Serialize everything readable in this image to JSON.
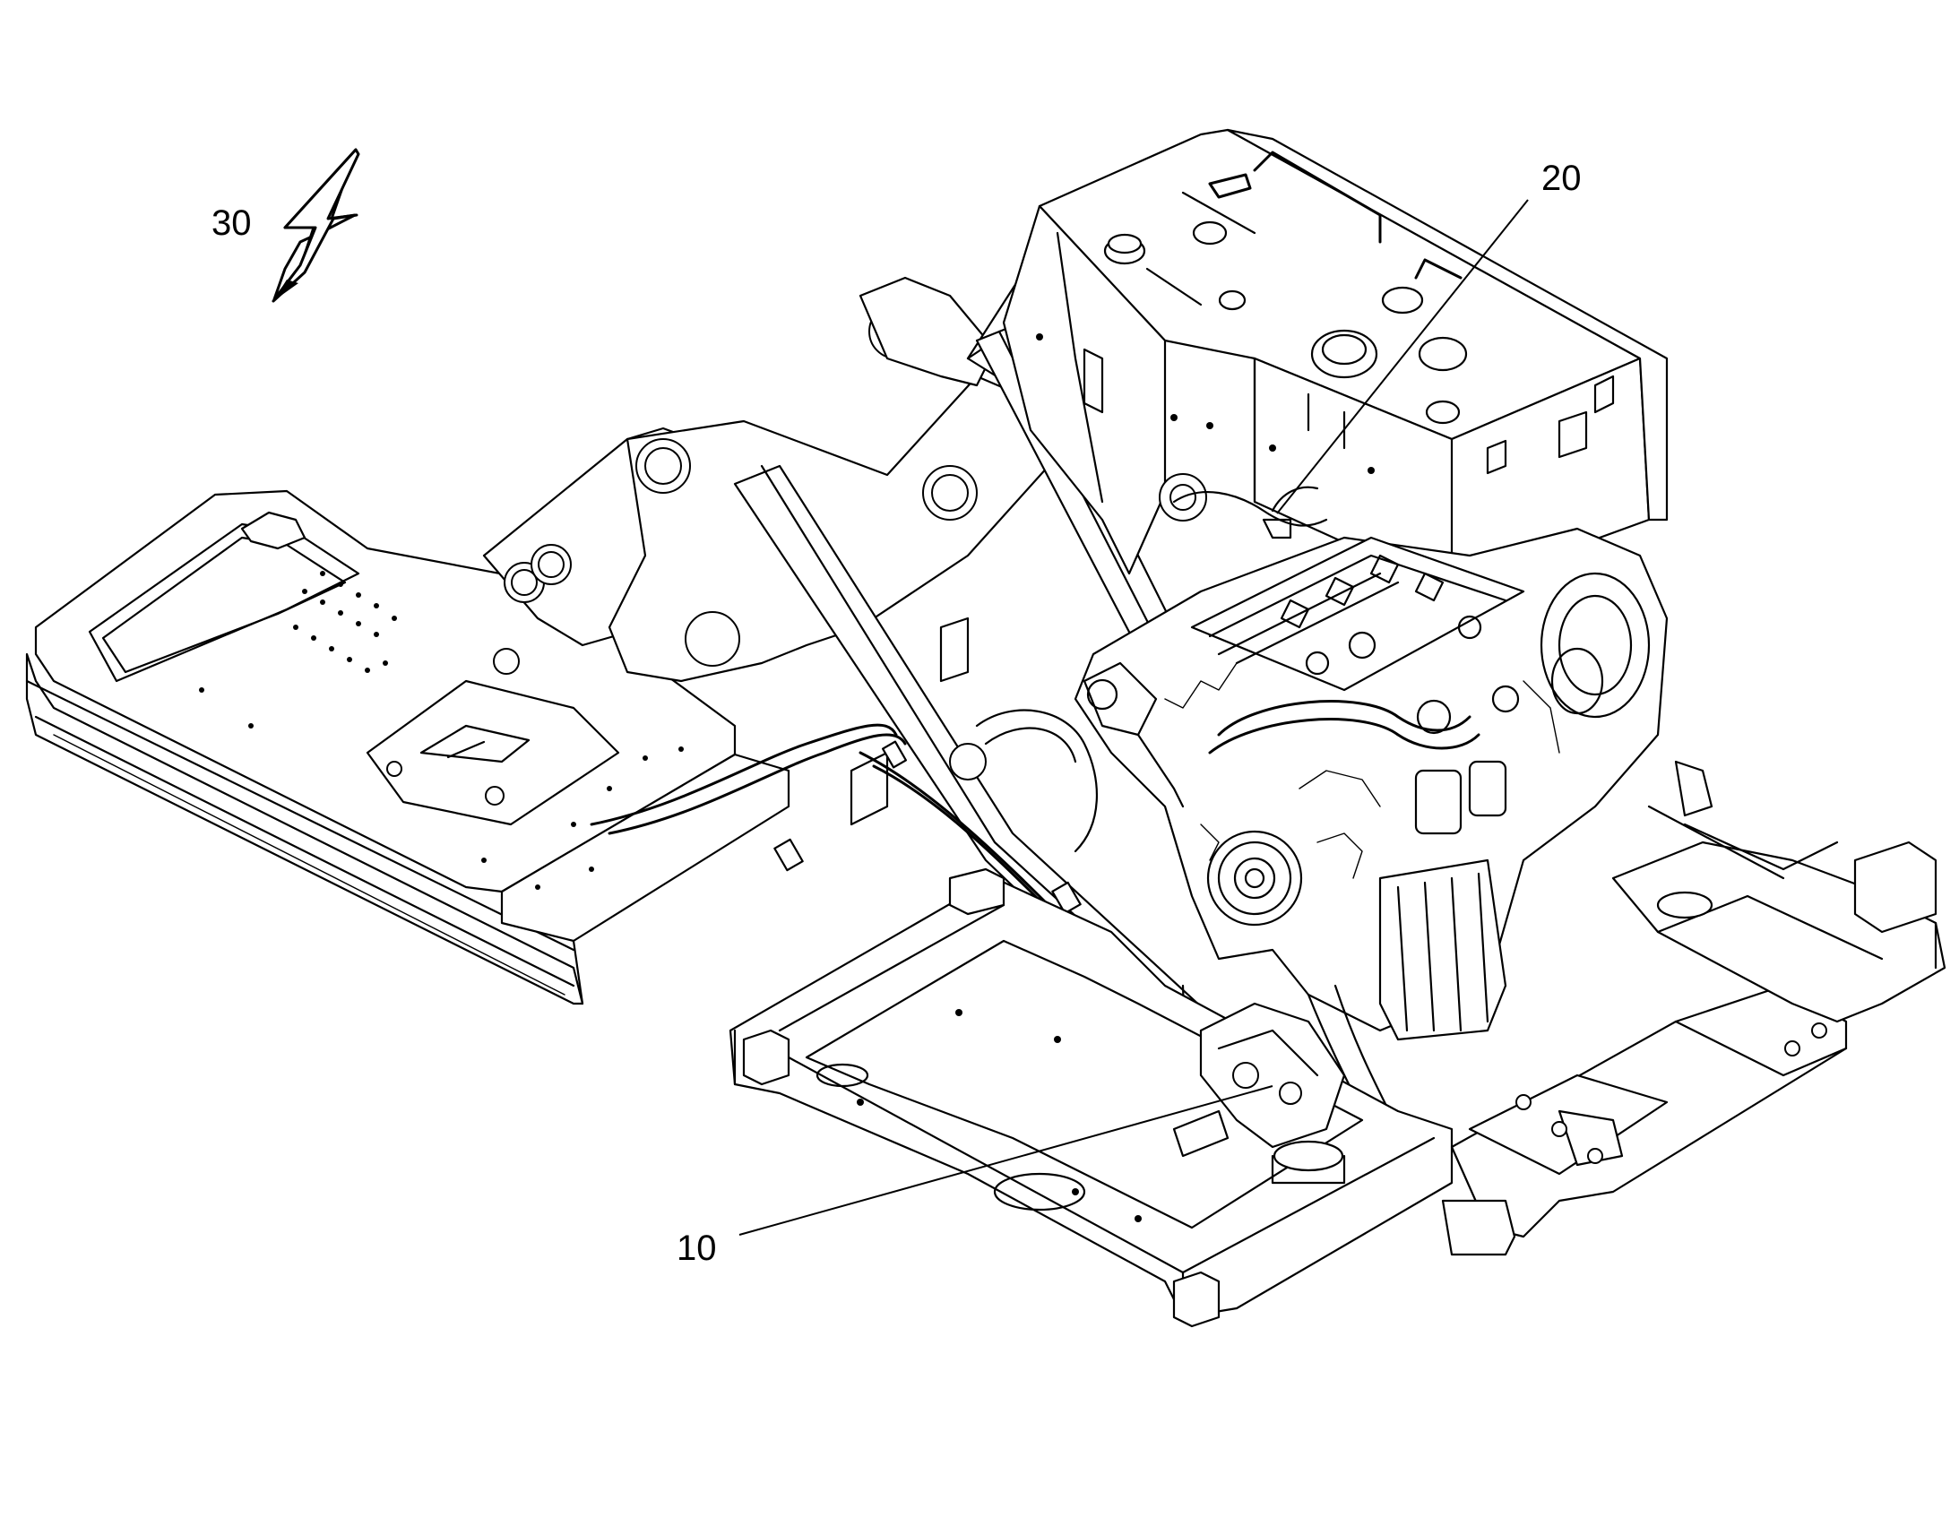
{
  "callouts": {
    "label_10": "10",
    "label_20": "20",
    "label_30": "30"
  },
  "icons": {
    "direction_arrow": "lightning-arrow-icon"
  },
  "colors": {
    "line": "#000000",
    "background": "#ffffff"
  }
}
